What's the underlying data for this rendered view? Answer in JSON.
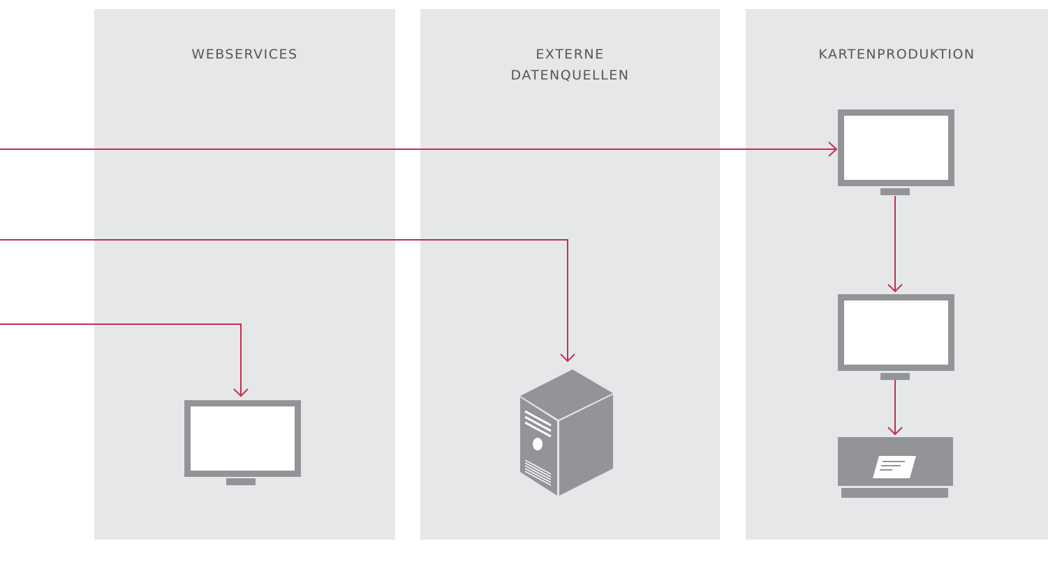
{
  "panels": [
    {
      "id": "webservices",
      "title_lines": [
        "WEBSERVICES"
      ]
    },
    {
      "id": "externe-datenquellen",
      "title_lines": [
        "EXTERNE",
        "DATENQUELLEN"
      ]
    },
    {
      "id": "kartenproduktion",
      "title_lines": [
        "KARTENPRODUKTION"
      ]
    }
  ],
  "colors": {
    "panel_background": "#e6e7e8",
    "title_text": "#55584d",
    "connector": "#c0304f",
    "device_gray": "#929497",
    "screen_white": "#ffffff"
  },
  "icons": [
    "monitor-icon",
    "server-tower-icon",
    "printer-icon"
  ]
}
